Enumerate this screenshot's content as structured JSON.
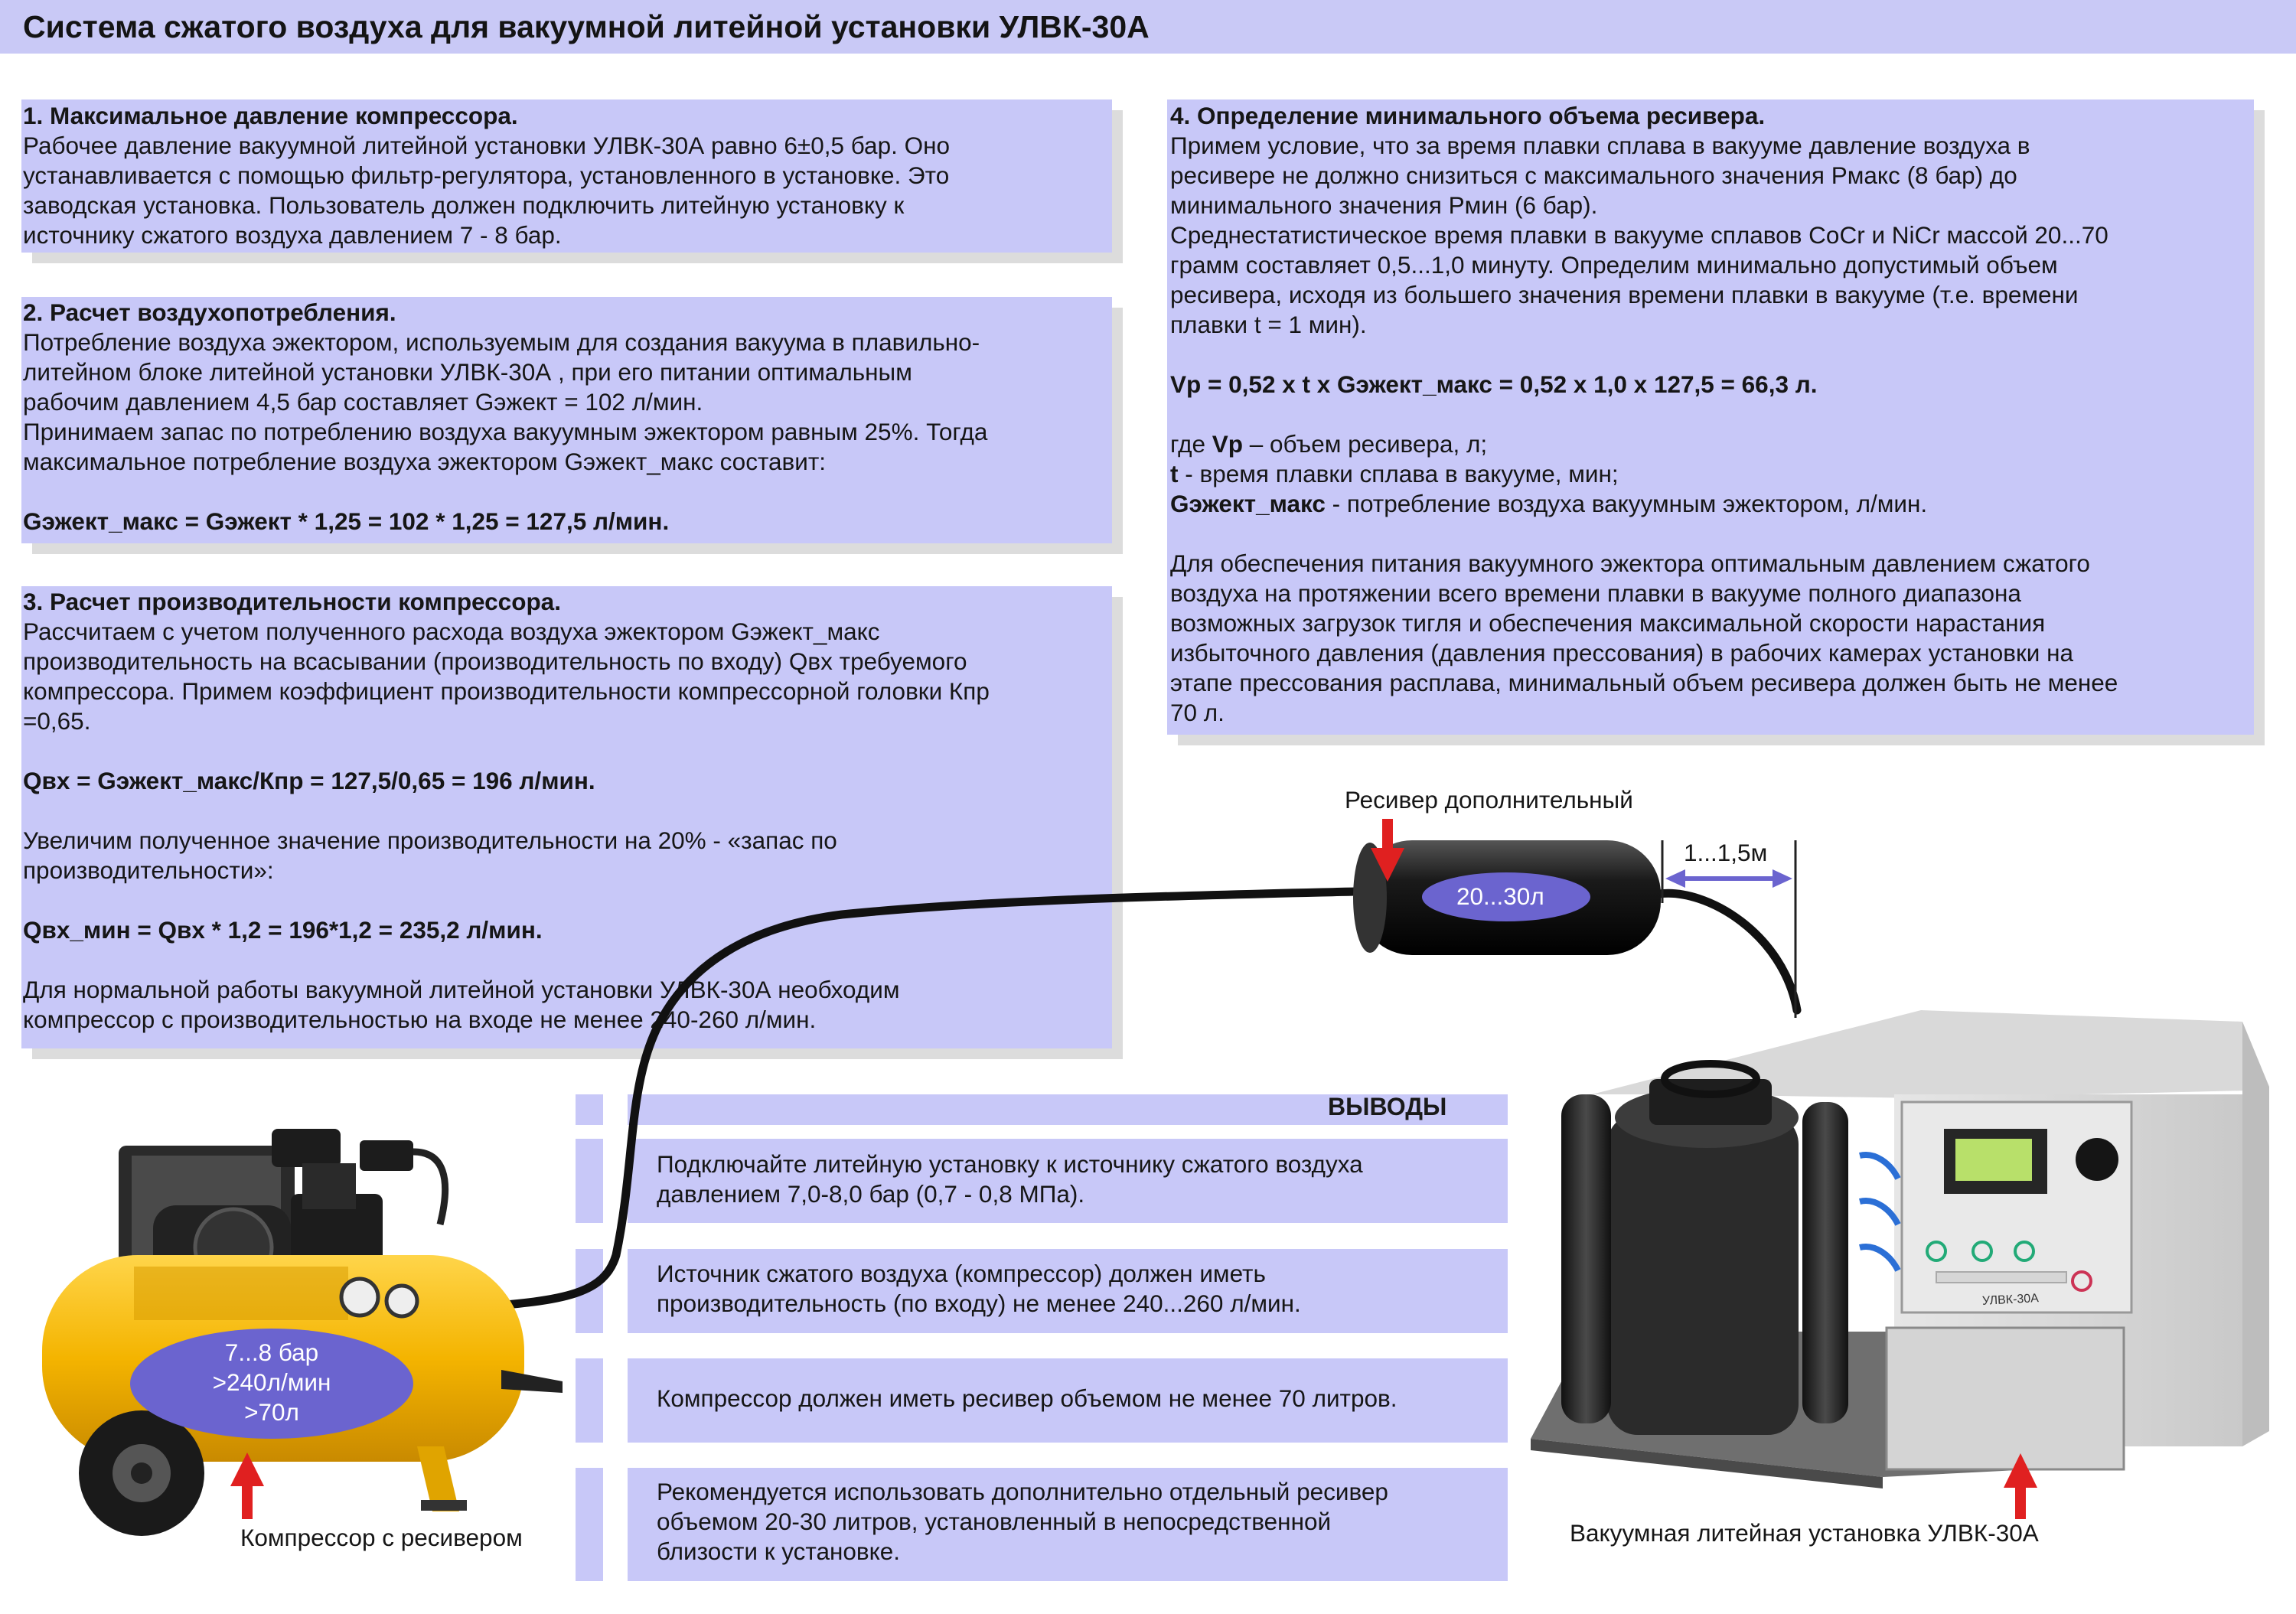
{
  "title": "Система сжатого воздуха для вакуумной литейной установки УЛВК-30А",
  "sections": {
    "s1": {
      "heading": "1. Максимальное давление компрессора.",
      "lines": [
        "Рабочее давление вакуумной литейной установки УЛВК-30А равно 6±0,5 бар. Оно",
        "устанавливается с помощью фильтр-регулятора, установленного в установке. Это",
        "заводская установка. Пользователь должен подключить литейную установку к",
        "источнику сжатого воздуха давлением 7 - 8 бар."
      ]
    },
    "s2": {
      "heading": "2. Расчет воздухопотребления.",
      "lines": [
        "Потребление воздуха эжектором, используемым для создания вакуума в плавильно-",
        "литейном блоке литейной установки УЛВК-30А , при его питании оптимальным",
        "рабочим давлением 4,5 бар составляет Gэжект = 102 л/мин.",
        "Принимаем запас по потреблению воздуха вакуумным эжектором равным 25%. Тогда",
        "максимальное потребление воздуха эжектором Gэжект_макс составит:"
      ],
      "formula": "Gэжект_макс = Gэжект * 1,25 = 102 * 1,25 = 127,5 л/мин."
    },
    "s3": {
      "heading": "3. Расчет производительности компрессора.",
      "lines": [
        "Рассчитаем с учетом полученного расхода воздуха эжектором Gэжект_макс",
        "производительность на всасывании (производительность по входу) Qвх требуемого",
        "компрессора. Примем коэффициент производительности компрессорной головки Кпр",
        "=0,65."
      ],
      "formula1": "Qвх = Gэжект_макс/Кпр = 127,5/0,65 = 196 л/мин.",
      "mid_lines": [
        "Увеличим полученное значение производительности на 20% - «запас по",
        "производительности»:"
      ],
      "formula2": "Qвх_мин = Qвх * 1,2 = 196*1,2 = 235,2 л/мин.",
      "end_lines": [
        "Для нормальной работы вакуумной литейной установки УЛВК-30А необходим",
        "компрессор с производительностью на входе не менее 240-260 л/мин."
      ]
    },
    "s4": {
      "heading": "4. Определение минимального объема ресивера.",
      "lines": [
        "Примем условие, что за время плавки сплава в вакууме давление воздуха в",
        "ресивере не должно снизиться с максимального значения Рмакс (8 бар) до",
        "минимального значения Рмин (6 бар).",
        "Среднестатистическое время плавки в вакууме сплавов CoCr и NiCr массой 20...70",
        "грамм составляет 0,5...1,0 минуту. Определим минимально допустимый объем",
        "ресивера, исходя из большего значения времени плавки в вакууме (т.е. времени",
        "плавки t = 1 мин)."
      ],
      "formula": "Vр = 0,52 x t x Gэжект_макс = 0,52 x 1,0 x 127,5 = 66,3 л.",
      "where_prefix": "где ",
      "where_vp": "Vр",
      "where_vp_text": " – объем ресивера, л;",
      "where_t": "t",
      "where_t_text": " - время плавки сплава в вакууме, мин;",
      "where_g": "Gэжект_макс",
      "where_g_text": " - потребление воздуха вакуумным эжектором, л/мин.",
      "end_lines": [
        "Для обеспечения питания вакуумного эжектора оптимальным давлением сжатого",
        "воздуха на протяжении всего времени плавки в вакууме полного диапазона",
        "возможных загрузок тигля и обеспечения максимальной скорости нарастания",
        "избыточного давления (давления прессования) в рабочих камерах установки на",
        "этапе прессования расплава, минимальный объем ресивера должен быть не менее",
        "70 л."
      ]
    }
  },
  "conclusions": {
    "heading": "ВЫВОДЫ",
    "items": [
      [
        "Подключайте литейную установку к источнику сжатого воздуха",
        "давлением 7,0-8,0 бар (0,7 - 0,8 МПа)."
      ],
      [
        "Источник сжатого воздуха (компрессор) должен иметь",
        "производительность (по входу) не менее 240...260 л/мин."
      ],
      [
        "Компрессор должен иметь ресивер объемом не менее 70 литров."
      ],
      [
        "Рекомендуется использовать дополнительно отдельный ресивер",
        "объемом 20-30 литров, установленный в непосредственной",
        "близости к установке."
      ]
    ]
  },
  "diagram": {
    "receiver_label": "Ресивер дополнительный",
    "receiver_volume": "20...30л",
    "distance": "1...1,5м",
    "compressor_specs": [
      "7...8 бар",
      ">240л/мин",
      ">70л"
    ],
    "compressor_caption": "Компрессор с ресивером",
    "unit_caption": "Вакуумная литейная установка УЛВК-30А",
    "unit_label": "УЛВК-30А",
    "colors": {
      "panel": "#c8c8f8",
      "ellipse": "#6b64cf",
      "arrow": "#e02020",
      "compressor": "#f4b400",
      "hose": "#111111"
    }
  }
}
